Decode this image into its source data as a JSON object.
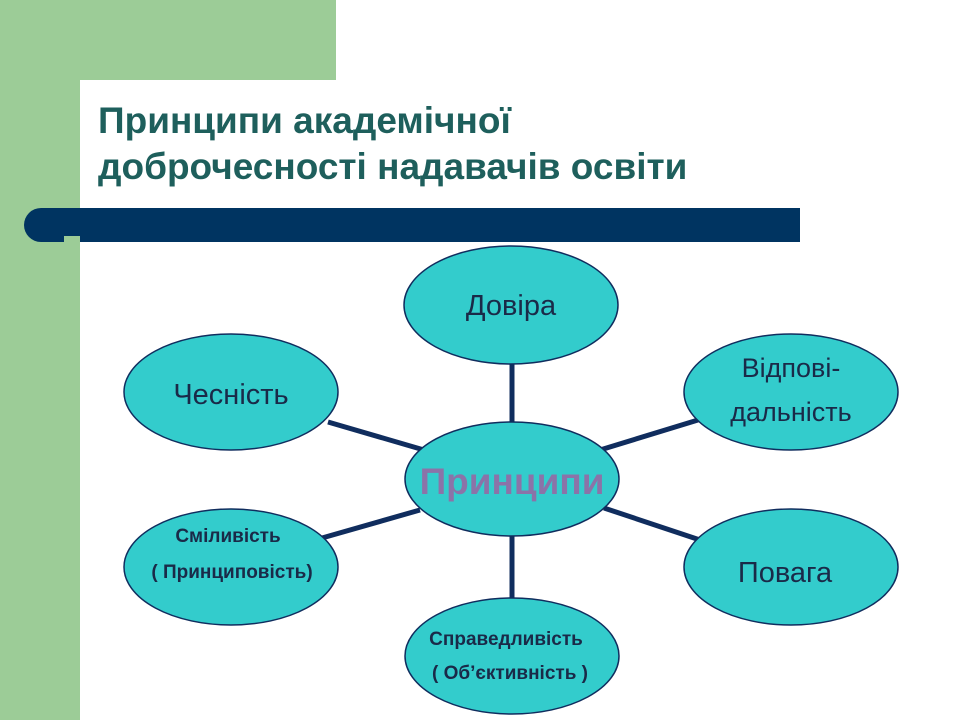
{
  "slide": {
    "title_lines": [
      "Принципи академічної",
      "доброчесності надавачів освіти"
    ],
    "colors": {
      "title": "#1e5f5c",
      "sidebar_green": "#9ccc97",
      "rule_navy": "#003461",
      "node_fill": "#33cccc",
      "connector": "#102d5e",
      "center_text": "#8b73a8"
    }
  },
  "diagram": {
    "center": {
      "label": "Принципи"
    },
    "nodes": [
      {
        "id": "dovira",
        "lines": [
          "Довіра"
        ]
      },
      {
        "id": "vidpovidalnist",
        "lines": [
          "Відпові-",
          "дальність"
        ]
      },
      {
        "id": "povaga",
        "lines": [
          "Повага"
        ]
      },
      {
        "id": "spravedlyvist",
        "lines": [
          "Справедливість",
          "( Об’єктивність  )"
        ]
      },
      {
        "id": "smilyvist",
        "lines": [
          "Сміливість",
          "( Принциповість)"
        ]
      },
      {
        "id": "chesnist",
        "lines": [
          "Чесність"
        ]
      }
    ]
  }
}
